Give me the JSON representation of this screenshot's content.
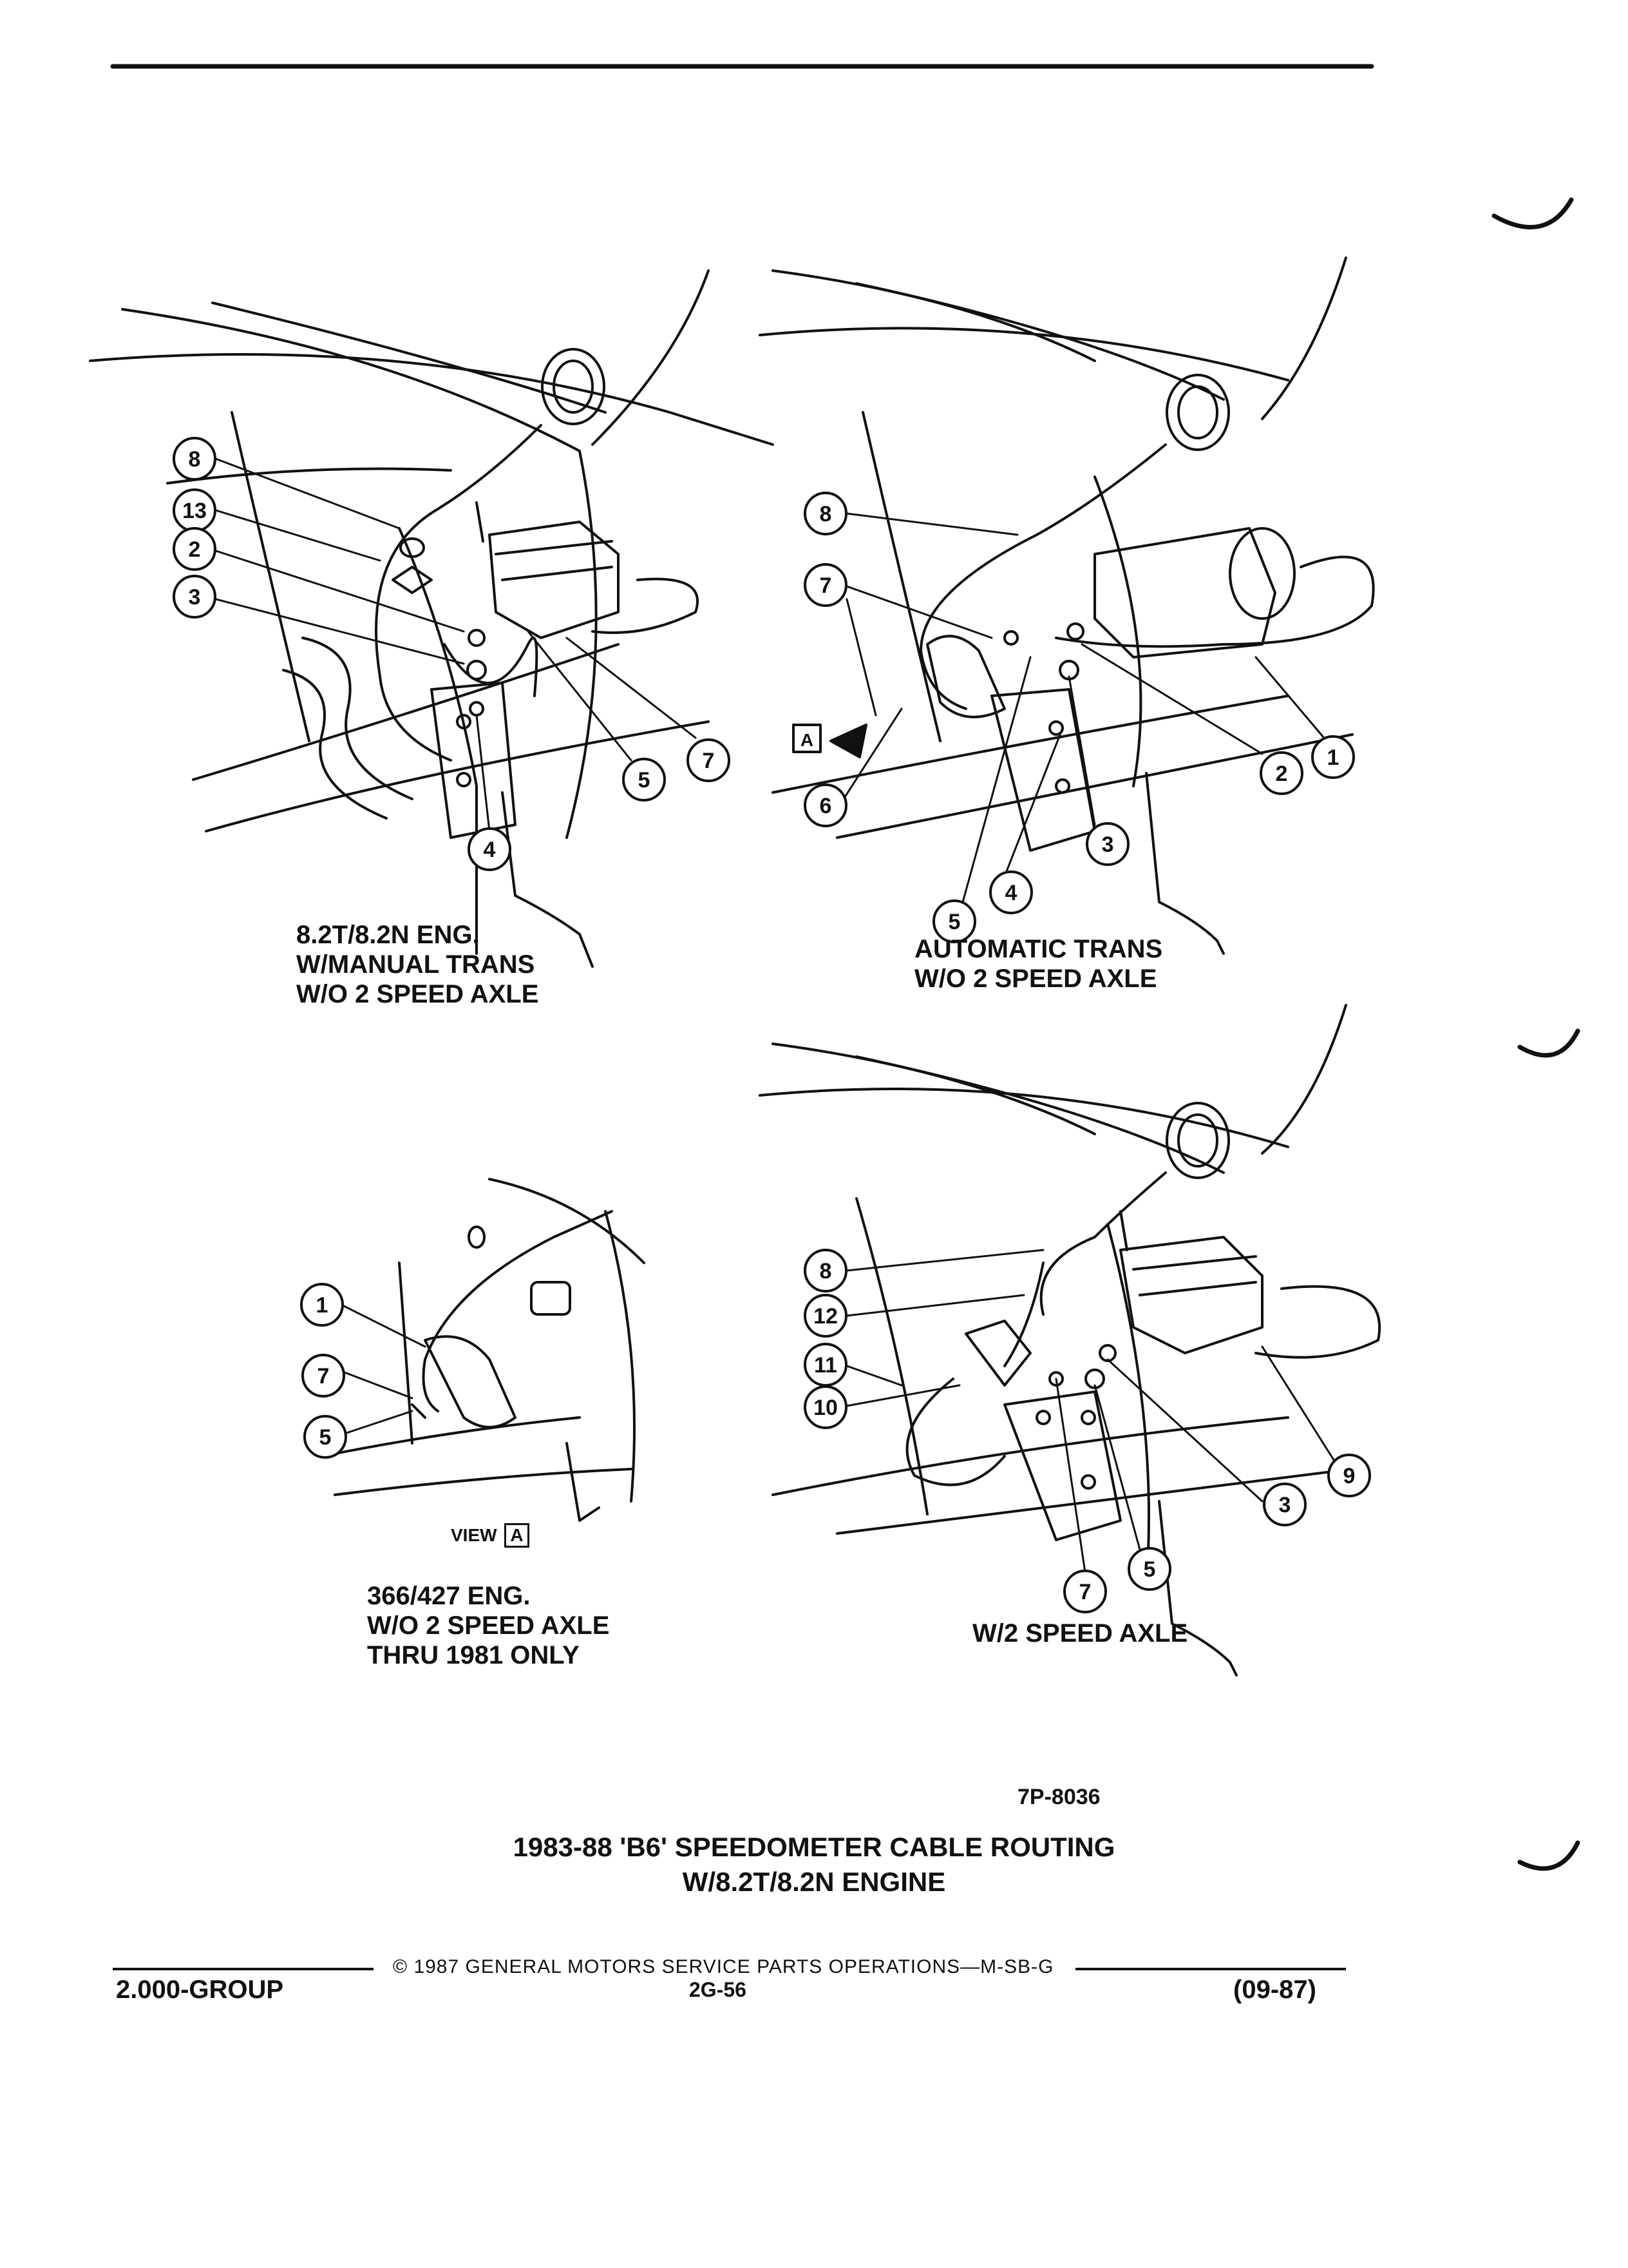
{
  "header_rule": true,
  "diagram": {
    "top_left_caption": [
      "8.2T/8.2N ENG.",
      "W/MANUAL TRANS",
      "W/O 2 SPEED AXLE"
    ],
    "top_right_caption": [
      "AUTOMATIC TRANS",
      "W/O 2 SPEED AXLE"
    ],
    "bottom_left_caption": [
      "366/427 ENG.",
      "W/O 2 SPEED AXLE",
      "THRU 1981 ONLY"
    ],
    "bottom_right_caption": [
      "W/2 SPEED AXLE"
    ],
    "view_label": "VIEW",
    "view_letter": "A",
    "view_marker_letter": "A",
    "figure_code": "7P-8036",
    "callouts": {
      "top_left": [
        "8",
        "13",
        "2",
        "3",
        "4",
        "5",
        "7"
      ],
      "top_right": [
        "8",
        "7",
        "6",
        "5",
        "4",
        "3",
        "2",
        "1"
      ],
      "bottom_left": [
        "1",
        "7",
        "5"
      ],
      "bottom_right": [
        "8",
        "12",
        "11",
        "10",
        "7",
        "5",
        "3",
        "9"
      ]
    }
  },
  "title": {
    "line1": "1983-88 'B6' SPEEDOMETER CABLE ROUTING",
    "line2": "W/8.2T/8.2N ENGINE"
  },
  "footer": {
    "copyright": "© 1987 GENERAL MOTORS SERVICE PARTS OPERATIONS—M-SB-G",
    "group": "2.000-GROUP",
    "page": "2G-56",
    "date": "(09-87)"
  }
}
